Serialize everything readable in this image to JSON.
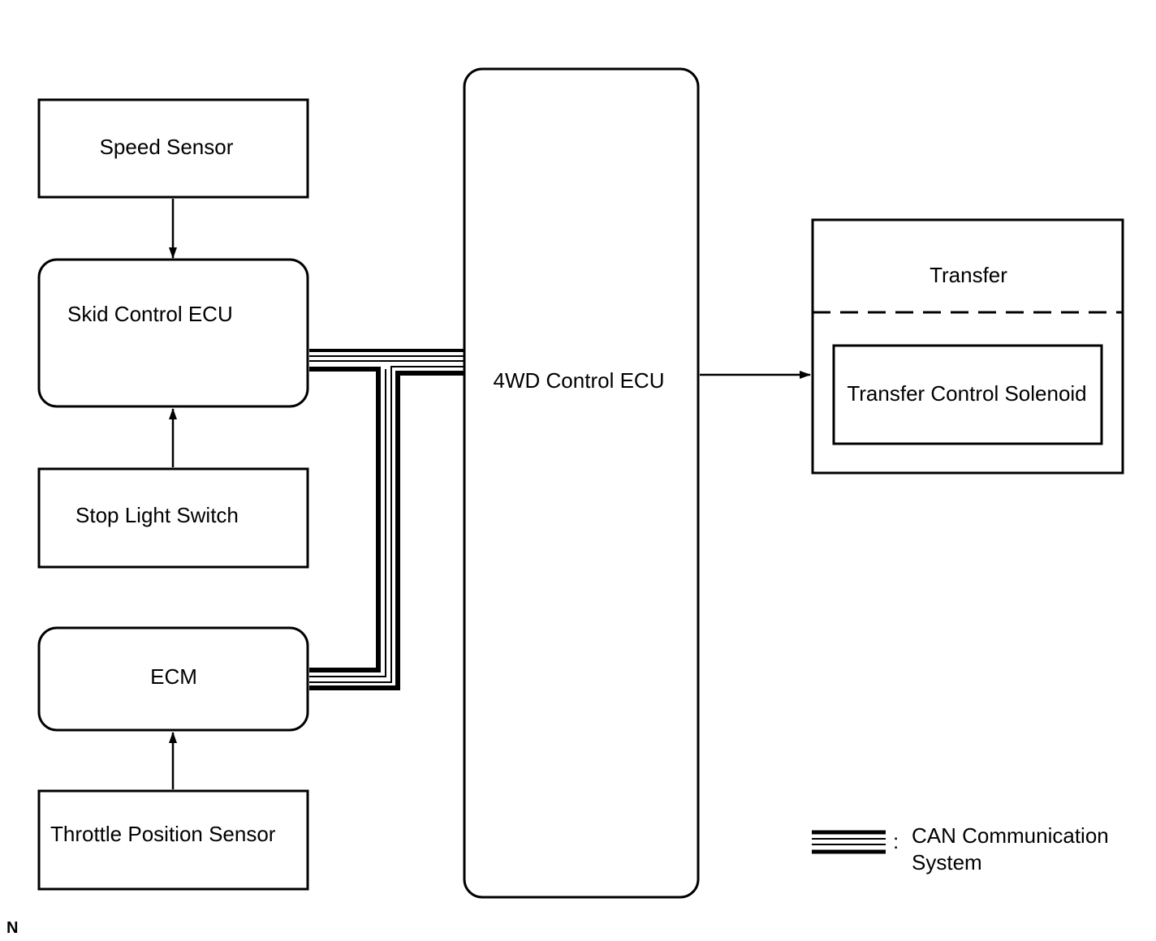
{
  "blocks": {
    "speed_sensor": "Speed Sensor",
    "skid_control_ecu": "Skid Control ECU",
    "stop_light_switch": "Stop Light Switch",
    "ecm": "ECM",
    "throttle_position_sensor": "Throttle Position Sensor",
    "fourwd_control_ecu": "4WD Control ECU",
    "transfer": "Transfer",
    "transfer_control_solenoid": "Transfer Control Solenoid"
  },
  "legend": {
    "separator": ":",
    "line1": "CAN Communication",
    "line2": "System"
  },
  "corner_mark": "N"
}
